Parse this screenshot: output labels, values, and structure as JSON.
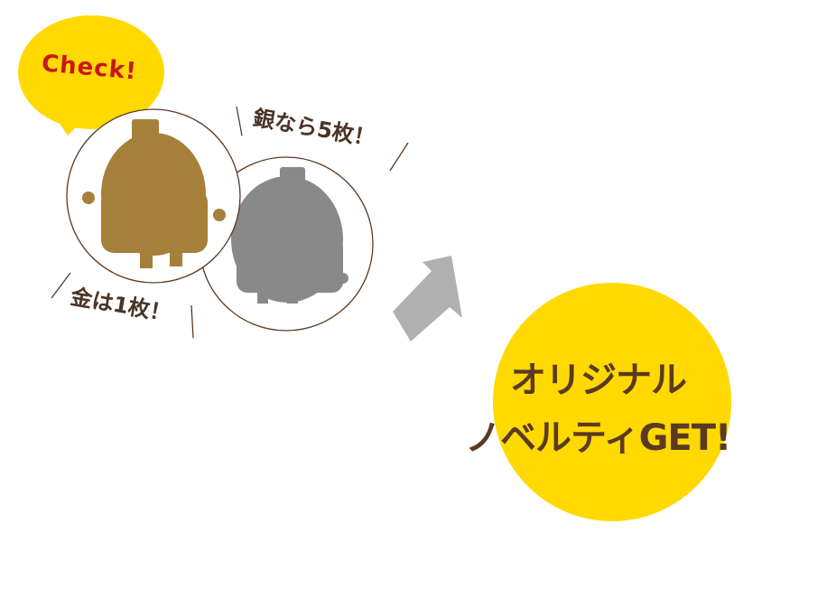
{
  "badge": {
    "text": "Check!"
  },
  "labels": {
    "silver": "銀なら5枚！",
    "gold": "金は1枚！"
  },
  "result": {
    "line1": "オリジナル",
    "line2": "ノベルティGET!"
  },
  "colors": {
    "yellow": "#ffd900",
    "gold": "#a5803a",
    "silver": "#898989",
    "brown": "#5a3a22",
    "red": "#c8161d",
    "arrow": "#b0b0b0"
  }
}
